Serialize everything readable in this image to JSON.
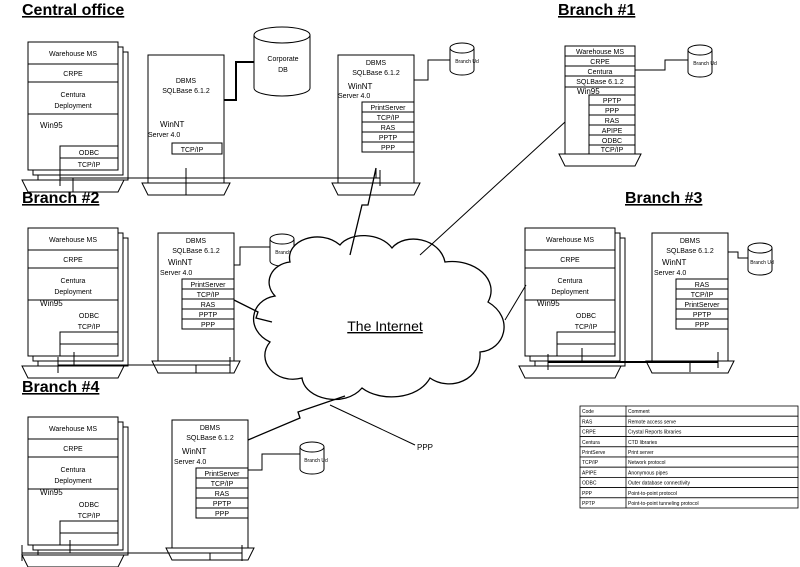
{
  "headings": {
    "central": "Central office",
    "branch1": "Branch #1",
    "branch2": "Branch #2",
    "branch3": "Branch #3",
    "branch4": "Branch #4"
  },
  "ws_labels": {
    "warehouse": "Warehouse MS",
    "crpe": "CRPE",
    "centura": "Centura",
    "deployment": "Deployment",
    "win95": "Win95",
    "odbc": "ODBC",
    "tcpip": "TCP/IP"
  },
  "server_labels": {
    "dbms": "DBMS",
    "sqlbase": "SQLBase 6.1.2",
    "winnt": "WinNT",
    "server40": "Server 4.0",
    "printserver": "PrintServer",
    "tcpip": "TCP/IP",
    "ras": "RAS",
    "pptp": "PPTP",
    "ppp": "PPP",
    "branch_db": "Branch Ud",
    "corporate_db_line1": "Corporate",
    "corporate_db_line2": "DB"
  },
  "branch1_ws": {
    "warehouse": "Warehouse MS",
    "crpe": "CRPE",
    "centura": "Centura",
    "sqlbase": "SQLBase 6.1.2",
    "win95": "Win95",
    "pptp": "PPTP",
    "ppp": "PPP",
    "ras": "RAS",
    "apipe": "APIPE",
    "odbc": "ODBC",
    "tcpip": "TCP/IP"
  },
  "internet_label": "The Internet",
  "ppp_label": "PPP",
  "legend": {
    "headers": [
      "Code",
      "Comment"
    ],
    "rows": [
      [
        "RAS",
        "Remote access serve"
      ],
      [
        "CRPE",
        "Crystal Reports libraries"
      ],
      [
        "Centura",
        "CTD libraries"
      ],
      [
        "PrintServe",
        "Print server"
      ],
      [
        "TCP/IP",
        "Network protocol"
      ],
      [
        "APIPE",
        "Anonymous pipes"
      ],
      [
        "ODBC",
        "Outer database connectivity"
      ],
      [
        "PPP",
        "Point-to-point protocol"
      ],
      [
        "PPTP",
        "Point-to-point tunneling protocol"
      ]
    ]
  }
}
